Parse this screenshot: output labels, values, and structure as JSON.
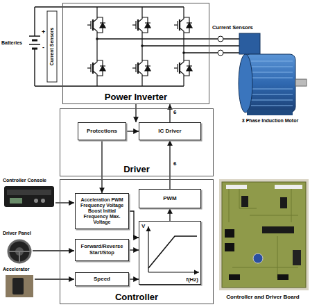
{
  "diagram": {
    "nodes": [
      {
        "text": [
          "Power Inverter"
        ]
      },
      {
        "text": [
          "Driver"
        ]
      },
      {
        "text": [
          "Protections"
        ],
        "in": 1
      },
      {
        "text": [
          "IC Driver"
        ],
        "in": 1
      },
      {
        "text": [
          "Controller"
        ]
      },
      {
        "text": [
          "Acceleration PWM Frequency Voltage Boost Initial Frequency Max. Voltage"
        ],
        "in": 4
      },
      {
        "text": [
          "PWM"
        ],
        "in": 4
      },
      {
        "text": [
          "Forward/Reverse Start/Stop"
        ],
        "in": 4
      },
      {
        "text": [
          "V",
          "f(Hz)"
        ],
        "in": 4
      },
      {
        "text": [
          "Speed"
        ],
        "in": 4
      }
    ],
    "edges": [
      {
        "from": 0,
        "to": 2,
        "arrow": "to"
      },
      {
        "from": 3,
        "to": 0,
        "arrow": "to",
        "label": "6"
      },
      {
        "from": 2,
        "to": 3,
        "arrow": "to"
      },
      {
        "from": 2,
        "to": 5,
        "arrow": "to"
      },
      {
        "from": 6,
        "to": 3,
        "arrow": "to",
        "label": "6"
      },
      {
        "from": 5,
        "to": 8,
        "arrow": "to"
      },
      {
        "from": 8,
        "to": 6,
        "arrow": "to"
      },
      {
        "from": 7,
        "to": 8,
        "arrow": "to"
      },
      {
        "from": 9,
        "to": 8,
        "arrow": "to"
      }
    ],
    "labels": [
      "Batteries",
      "+",
      "-",
      "Current Sensors",
      "Current Sensors",
      "3 Phase Induction Motor",
      "Controller Console",
      "Driver Panel",
      "Accelerator",
      "Controller and Driver Board"
    ]
  }
}
